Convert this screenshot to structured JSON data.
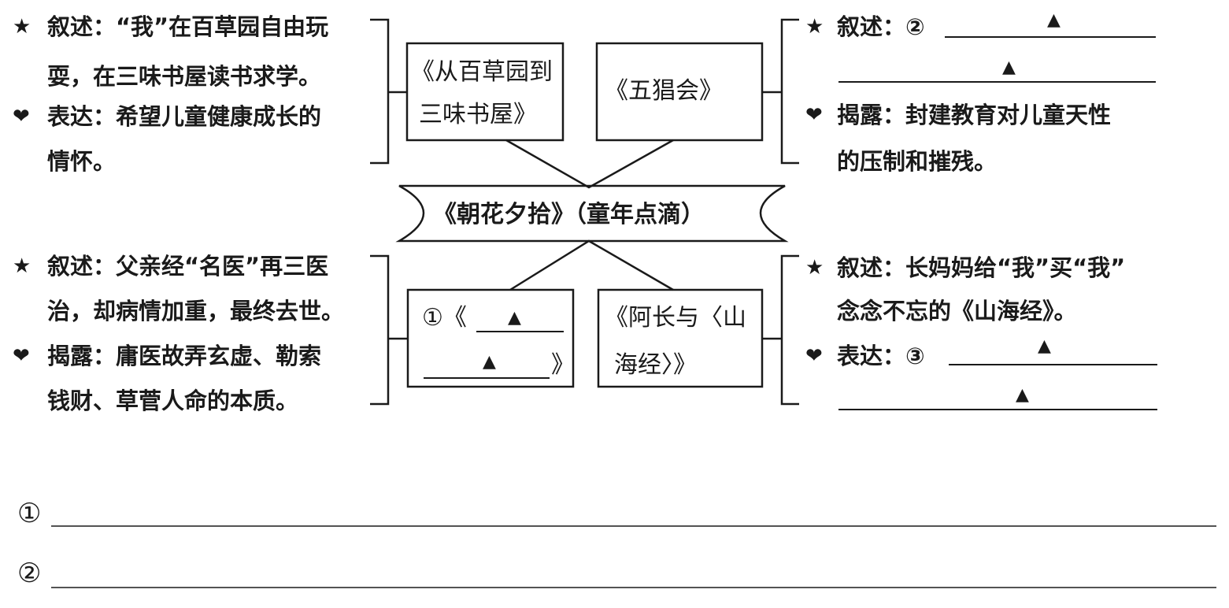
{
  "center": {
    "title": "《朝花夕拾》（童年点滴）"
  },
  "boxes": {
    "top_left": {
      "line1": "《从百草园到",
      "line2": "三味书屋》"
    },
    "top_right": {
      "line1": "《五猖会》"
    },
    "bottom_left": {
      "prefix": "①《",
      "suffix": "》",
      "blank": "▲"
    },
    "bottom_right": {
      "line1": "《阿长与〈山",
      "line2": "海经〉》"
    }
  },
  "top_left": {
    "star_icon": "star",
    "heart_icon": "heart",
    "l1": "叙述：“我”在百草园自由玩",
    "l2": "耍，在三味书屋读书求学。",
    "l3": "表达：希望儿童健康成长的",
    "l4": "情怀。"
  },
  "top_right": {
    "l1": "叙述：②",
    "blank": "▲",
    "l3": "揭露：封建教育对儿童天性",
    "l4": "的压制和摧残。"
  },
  "bottom_left": {
    "l1": "叙述：父亲经“名医”再三医",
    "l2": "治，却病情加重，最终去世。",
    "l3": "揭露：庸医故弄玄虚、勒索",
    "l4": "钱财、草菅人命的本质。"
  },
  "bottom_right": {
    "l1": "叙述：长妈妈给“我”买“我”",
    "l2": "念念不忘的《山海经》。",
    "l3": "表达：③",
    "blank": "▲"
  },
  "answers": {
    "a1": "①",
    "a2": "②"
  },
  "glyphs": {
    "star": "★",
    "heart": "❤"
  }
}
